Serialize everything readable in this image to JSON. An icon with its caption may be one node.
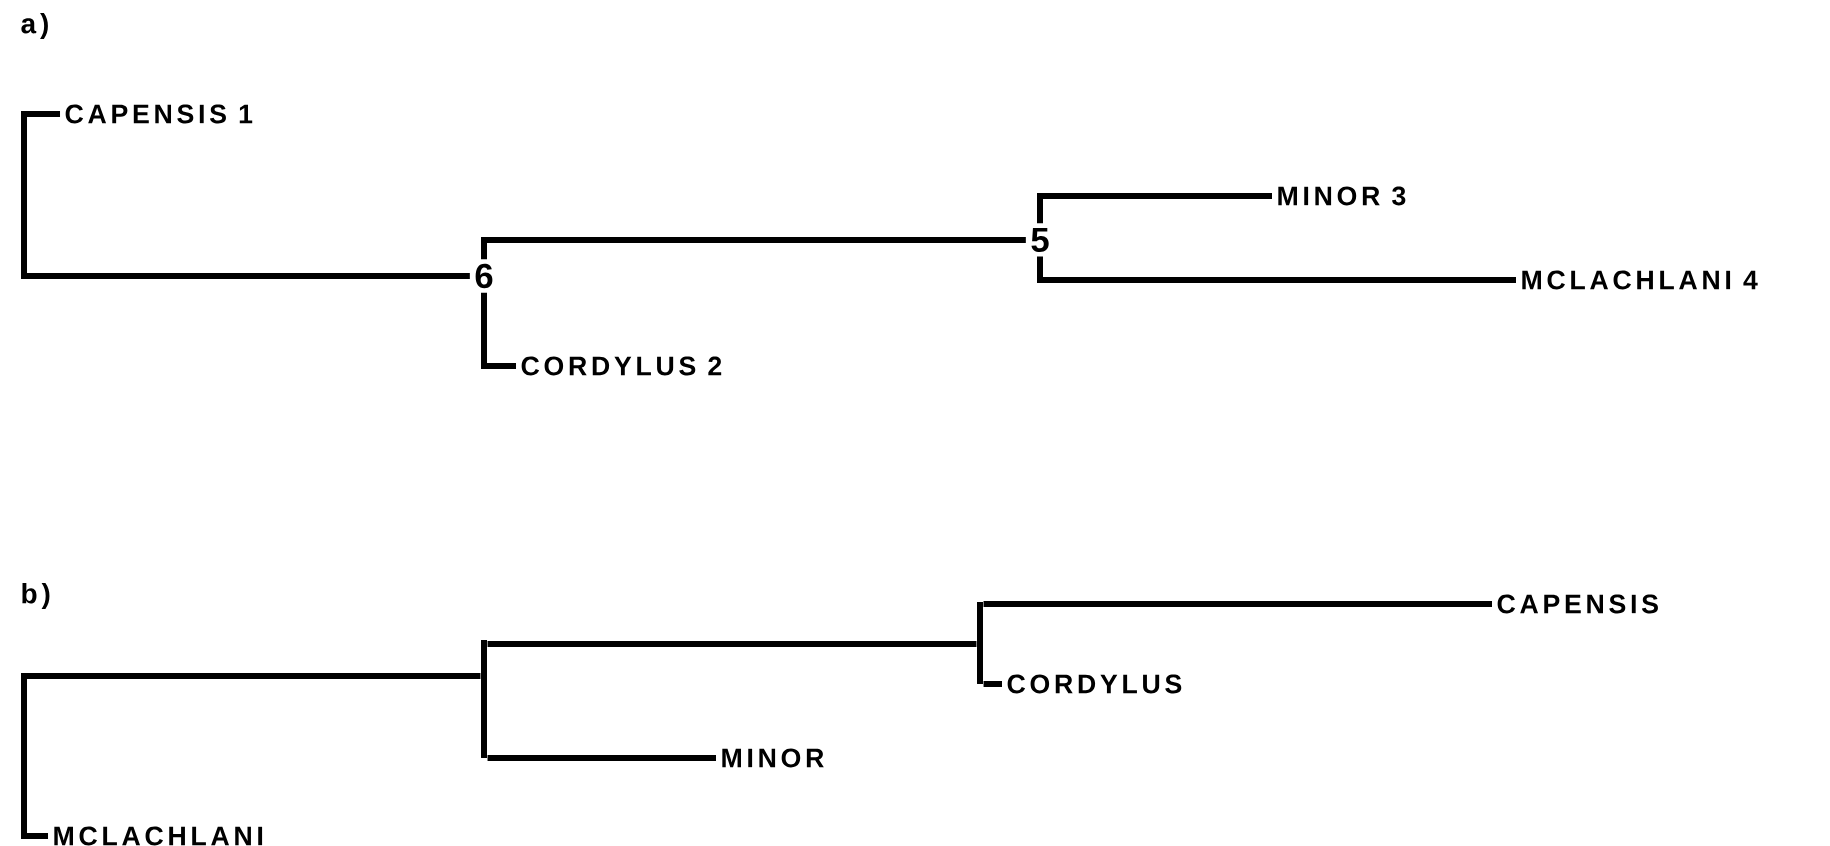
{
  "diagram": {
    "nodes": [
      {
        "text": [
          "CAPENSIS 1"
        ]
      },
      {
        "text": [
          "6"
        ]
      },
      {
        "text": [
          "CORDYLUS 2"
        ]
      },
      {
        "text": [
          "5"
        ]
      },
      {
        "text": [
          "MINOR 3"
        ]
      },
      {
        "text": [
          "MCLACHLANI 4"
        ]
      },
      {
        "text": [
          "MCLACHLANI"
        ]
      },
      {
        "text": [],
        "shape": "bar"
      },
      {
        "text": [
          "MINOR"
        ]
      },
      {
        "text": [],
        "shape": "bar"
      },
      {
        "text": [
          "CORDYLUS"
        ]
      },
      {
        "text": [
          "CAPENSIS"
        ]
      }
    ],
    "edges": [
      {
        "from": 1,
        "to": 0,
        "arrow": "none"
      },
      {
        "from": 1,
        "to": 2,
        "arrow": "none"
      },
      {
        "from": 1,
        "to": 3,
        "arrow": "none"
      },
      {
        "from": 3,
        "to": 4,
        "arrow": "none"
      },
      {
        "from": 3,
        "to": 5,
        "arrow": "none"
      },
      {
        "from": 6,
        "to": 7,
        "arrow": "none"
      },
      {
        "from": 7,
        "to": 9,
        "arrow": "none"
      },
      {
        "from": 7,
        "to": 8,
        "arrow": "none"
      },
      {
        "from": 9,
        "to": 11,
        "arrow": "none"
      },
      {
        "from": 9,
        "to": 10,
        "arrow": "none"
      }
    ],
    "labels": [
      "a)",
      "b)"
    ]
  }
}
